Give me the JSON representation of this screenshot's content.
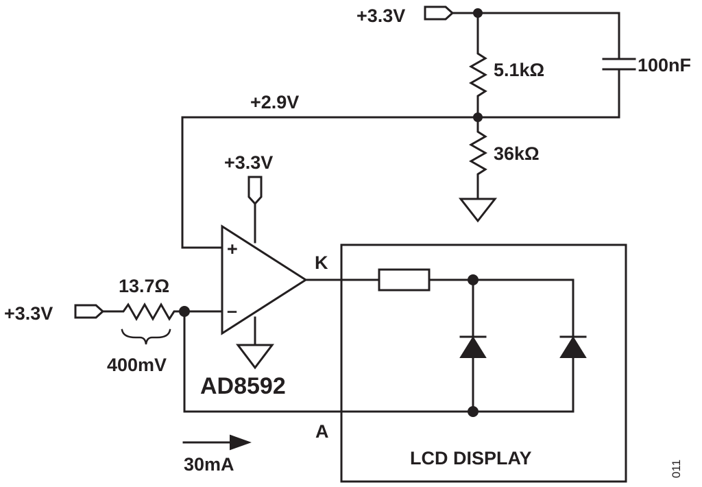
{
  "supply_top": "+3.3V",
  "supply_opamp": "+3.3V",
  "supply_left": "+3.3V",
  "r_top": "5.1kΩ",
  "r_bottom": "36kΩ",
  "capacitor": "100nF",
  "reference_voltage": "+2.9V",
  "r_sense": "13.7Ω",
  "sense_voltage": "400mV",
  "opamp_part": "AD8592",
  "opamp_plus": "+",
  "opamp_minus": "–",
  "pin_k": "K",
  "pin_a": "A",
  "current": "30mA",
  "display_label": "LCD DISPLAY",
  "figure_number": "011"
}
